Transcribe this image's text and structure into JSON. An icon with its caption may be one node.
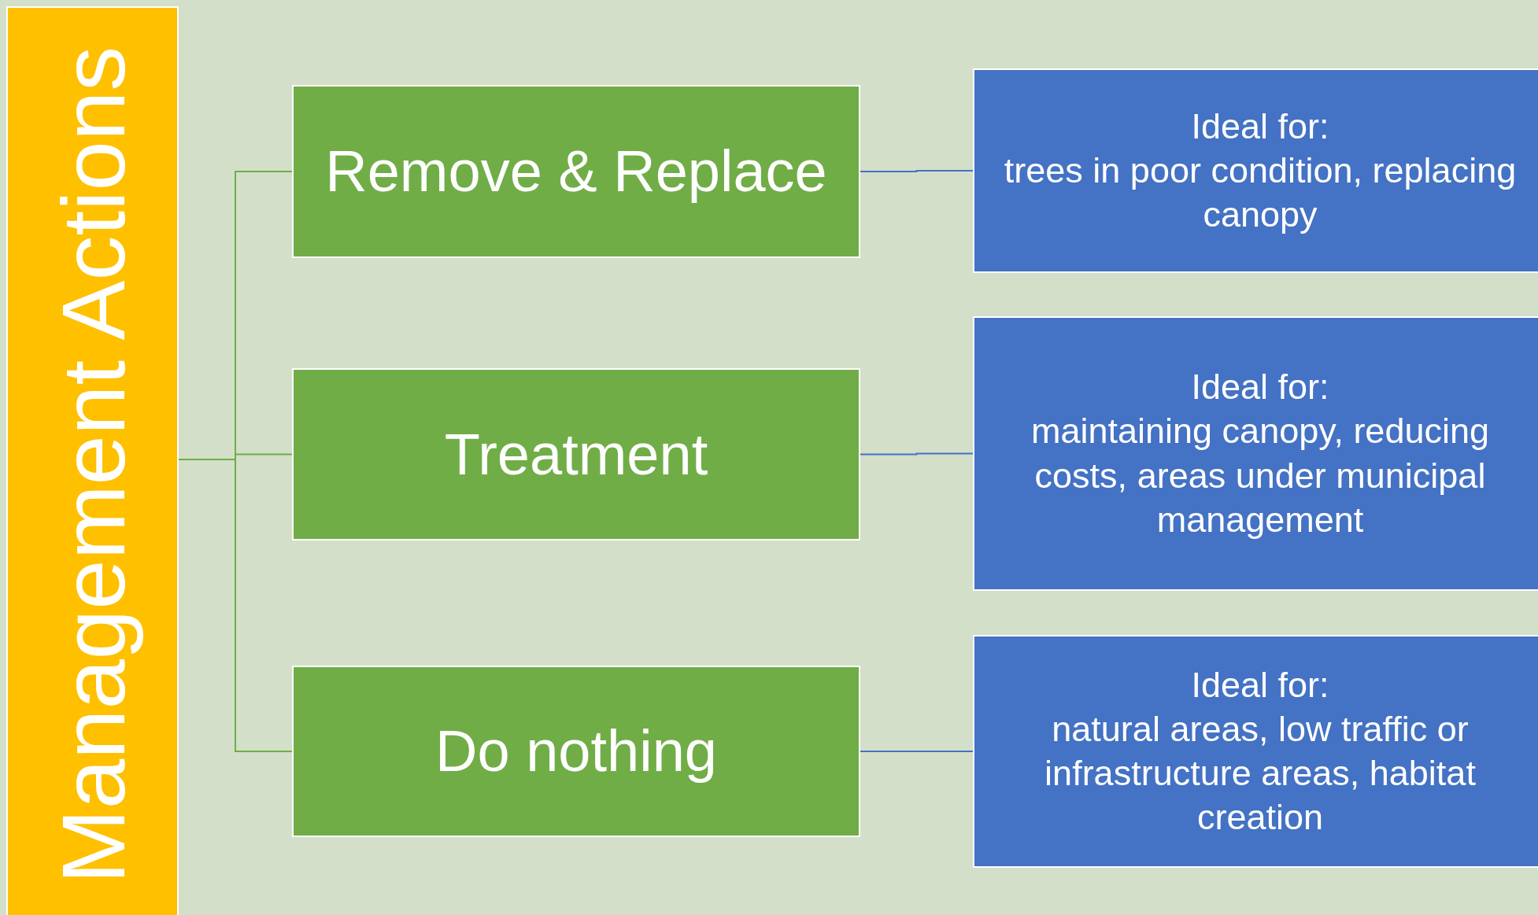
{
  "diagram": {
    "nodes": [
      {
        "text": [
          "Management Actions"
        ]
      },
      {
        "text": [
          "Remove & Replace"
        ]
      },
      {
        "text": [
          "Treatment"
        ]
      },
      {
        "text": [
          "Do nothing"
        ]
      },
      {
        "text": [
          "Ideal for:",
          "trees in poor condition, replacing canopy"
        ]
      },
      {
        "text": [
          "Ideal for:",
          "maintaining canopy, reducing costs, areas under municipal management"
        ]
      },
      {
        "text": [
          "Ideal for:",
          "natural areas, low traffic or infrastructure areas, habitat creation"
        ]
      }
    ],
    "edges": [
      {
        "from": 0,
        "to": 1,
        "arrow": "none",
        "color": "#70ad47"
      },
      {
        "from": 0,
        "to": 2,
        "arrow": "none",
        "color": "#70ad47"
      },
      {
        "from": 0,
        "to": 3,
        "arrow": "none",
        "color": "#70ad47"
      },
      {
        "from": 1,
        "to": 4,
        "arrow": "none",
        "color": "#4472c4"
      },
      {
        "from": 2,
        "to": 5,
        "arrow": "none",
        "color": "#4472c4"
      },
      {
        "from": 3,
        "to": 6,
        "arrow": "none",
        "color": "#4472c4"
      }
    ]
  }
}
